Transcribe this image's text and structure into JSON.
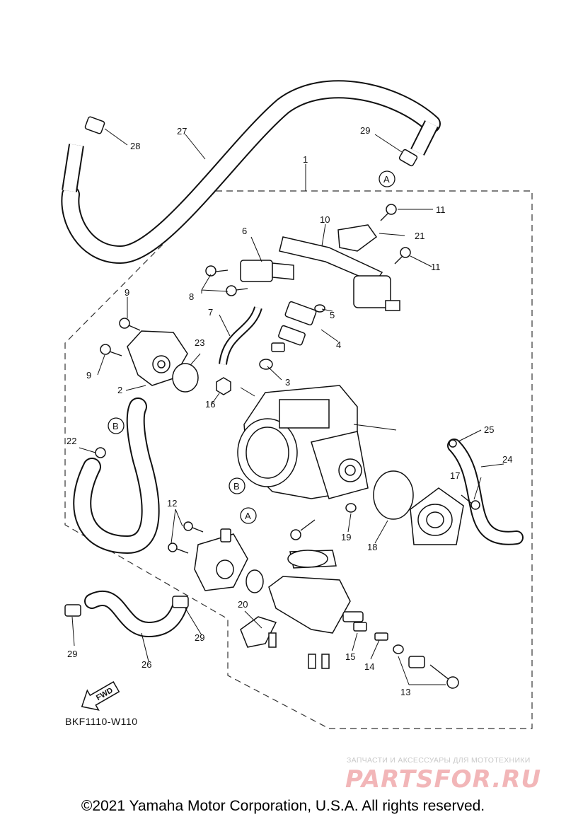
{
  "callouts": {
    "c1": "1",
    "c2": "2",
    "c3": "3",
    "c4": "4",
    "c5": "5",
    "c6": "6",
    "c7": "7",
    "c8": "8",
    "c9a": "9",
    "c9b": "9",
    "c10": "10",
    "c11a": "11",
    "c11b": "11",
    "c12": "12",
    "c13": "13",
    "c14": "14",
    "c15": "15",
    "c16": "16",
    "c17": "17",
    "c18": "18",
    "c19": "19",
    "c20": "20",
    "c21": "21",
    "c22": "22",
    "c23": "23",
    "c24": "24",
    "c25": "25",
    "c26": "26",
    "c27": "27",
    "c28": "28",
    "c29a": "29",
    "c29b": "29",
    "c29c": "29"
  },
  "refs": {
    "a1": "A",
    "a2": "A",
    "b1": "B",
    "b2": "B"
  },
  "fwd_label": "FWD",
  "diagram_code": "BKF1110-W110",
  "watermark": {
    "tagline": "ЗАПЧАСТИ И АКСЕССУАРЫ ДЛЯ МОТОТЕХНИКИ",
    "logo": "PARTSFOR.RU"
  },
  "copyright": "©2021 Yamaha Motor Corporation, U.S.A. All rights reserved."
}
